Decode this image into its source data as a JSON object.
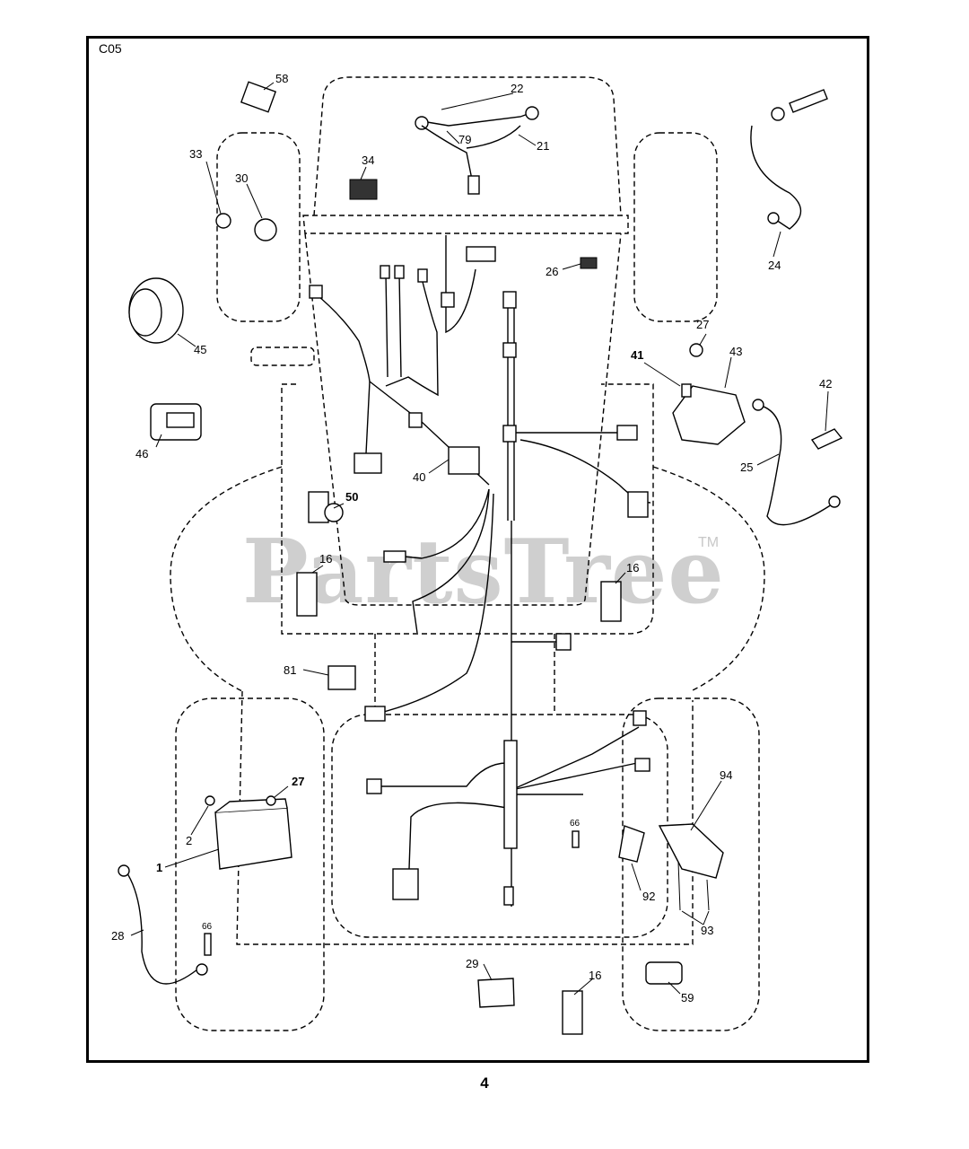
{
  "sheet_code": "C05",
  "page_number": "4",
  "watermark": "PartsTree",
  "watermark_mark": "TM",
  "callouts": [
    {
      "id": "58",
      "name": "part-58"
    },
    {
      "id": "22",
      "name": "part-22"
    },
    {
      "id": "79",
      "name": "part-79"
    },
    {
      "id": "21",
      "name": "part-21"
    },
    {
      "id": "33",
      "name": "part-33"
    },
    {
      "id": "30",
      "name": "part-30"
    },
    {
      "id": "34",
      "name": "part-34"
    },
    {
      "id": "24",
      "name": "part-24"
    },
    {
      "id": "26",
      "name": "part-26"
    },
    {
      "id": "27",
      "name": "part-27-upper"
    },
    {
      "id": "41",
      "name": "part-41"
    },
    {
      "id": "43",
      "name": "part-43"
    },
    {
      "id": "45",
      "name": "part-45"
    },
    {
      "id": "42",
      "name": "part-42"
    },
    {
      "id": "46",
      "name": "part-46"
    },
    {
      "id": "40",
      "name": "part-40"
    },
    {
      "id": "25",
      "name": "part-25"
    },
    {
      "id": "50",
      "name": "part-50"
    },
    {
      "id": "16",
      "name": "part-16-left"
    },
    {
      "id": "16",
      "name": "part-16-right"
    },
    {
      "id": "81",
      "name": "part-81"
    },
    {
      "id": "27",
      "name": "part-27-lower"
    },
    {
      "id": "2",
      "name": "part-2"
    },
    {
      "id": "1",
      "name": "part-1"
    },
    {
      "id": "94",
      "name": "part-94"
    },
    {
      "id": "66",
      "name": "part-66-center"
    },
    {
      "id": "92",
      "name": "part-92"
    },
    {
      "id": "93",
      "name": "part-93"
    },
    {
      "id": "28",
      "name": "part-28"
    },
    {
      "id": "66",
      "name": "part-66-left"
    },
    {
      "id": "29",
      "name": "part-29"
    },
    {
      "id": "16",
      "name": "part-16-bottom"
    },
    {
      "id": "59",
      "name": "part-59"
    }
  ]
}
